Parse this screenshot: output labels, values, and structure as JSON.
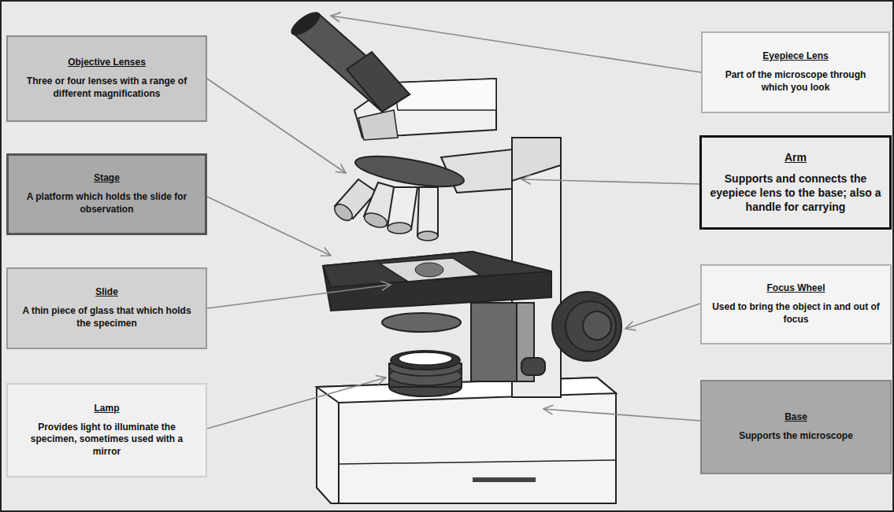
{
  "diagram": {
    "nodes": [
      {
        "text": [
          "Objective Lenses",
          "Three or four lenses with a range of different magnifications"
        ]
      },
      {
        "text": [
          "Eyepiece Lens",
          "Part of the microscope through which you look"
        ]
      },
      {
        "text": [
          "Stage",
          "A platform which holds the slide for observation"
        ]
      },
      {
        "text": [
          "Arm",
          "Supports and connects the eyepiece lens to the base; also a handle for carrying"
        ]
      },
      {
        "text": [
          "Slide",
          "A thin piece of glass that which holds the specimen"
        ]
      },
      {
        "text": [
          "Focus Wheel",
          "Used to bring the object in and out of focus"
        ]
      },
      {
        "text": [
          "Lamp",
          "Provides light to illuminate the specimen, sometimes used with a mirror"
        ]
      },
      {
        "text": [
          "Base",
          "Supports the microscope"
        ]
      }
    ]
  }
}
